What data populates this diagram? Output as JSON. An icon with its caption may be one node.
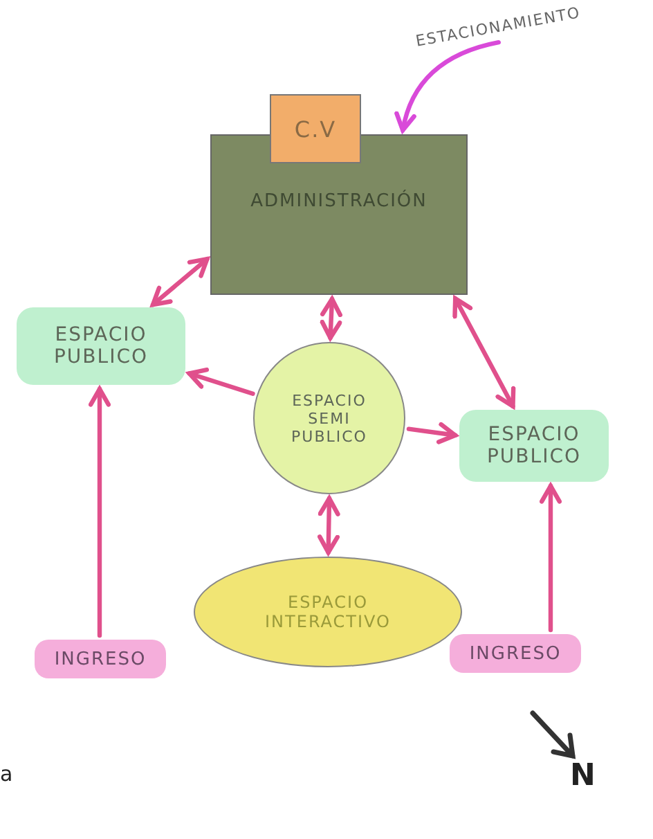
{
  "diagram": {
    "nodes": [
      {
        "text": [
          "ESTACIONAMIENTO"
        ]
      },
      {
        "text": [
          "C.V"
        ]
      },
      {
        "text": [
          "ADMINISTRACIÓN"
        ]
      },
      {
        "text": [
          "ESPACIO PUBLICO"
        ]
      },
      {
        "text": [
          "ESPACIO SEMI PUBLICO"
        ]
      },
      {
        "text": [
          "ESPACIO PUBLICO"
        ]
      },
      {
        "text": [
          "ESPACIO INTERACTIVO"
        ]
      },
      {
        "text": [
          "INGRESO"
        ]
      },
      {
        "text": [
          "INGRESO"
        ]
      }
    ],
    "edges": [
      {
        "from": 0,
        "to": 2,
        "arrow": "to",
        "color": "#d94ad9"
      },
      {
        "from": 2,
        "to": 3,
        "arrow": "both"
      },
      {
        "from": 2,
        "to": 4,
        "arrow": "both"
      },
      {
        "from": 2,
        "to": 5,
        "arrow": "both"
      },
      {
        "from": 4,
        "to": 3,
        "arrow": "to"
      },
      {
        "from": 4,
        "to": 5,
        "arrow": "to"
      },
      {
        "from": 4,
        "to": 6,
        "arrow": "both"
      },
      {
        "from": 7,
        "to": 3,
        "arrow": "to"
      },
      {
        "from": 8,
        "to": 5,
        "arrow": "to"
      }
    ],
    "labels": [
      "N",
      "a"
    ]
  }
}
